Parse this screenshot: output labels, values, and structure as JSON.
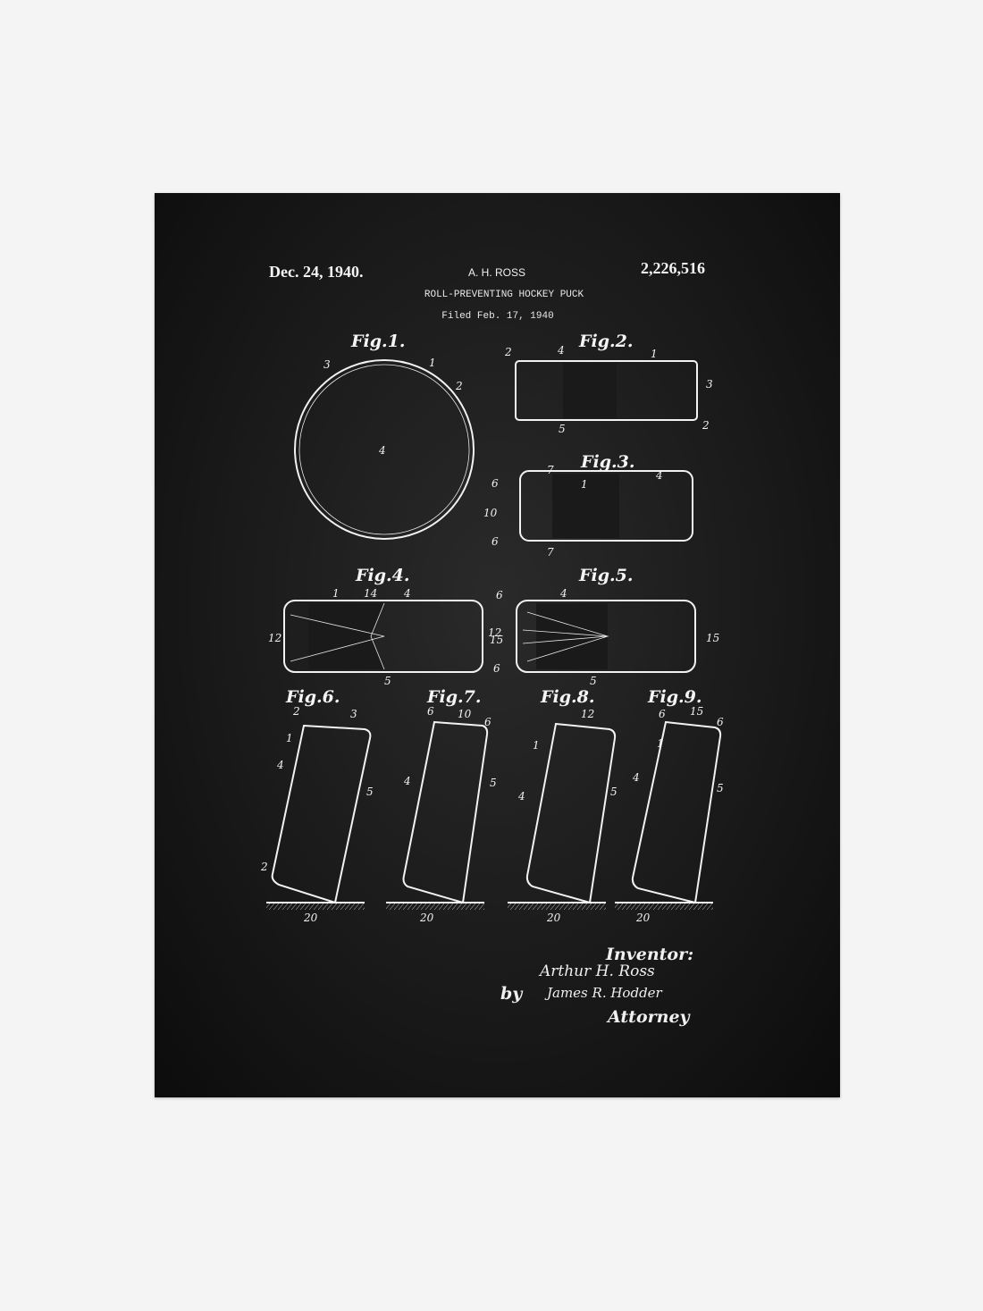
{
  "header": {
    "date": "Dec. 24, 1940.",
    "inventor_name": "A. H. ROSS",
    "patent_number": "2,226,516",
    "title": "ROLL-PREVENTING HOCKEY PUCK",
    "filed": "Filed Feb. 17, 1940"
  },
  "figures": [
    {
      "title": "Fig.1.",
      "parts": [
        "3",
        "1",
        "2",
        "4"
      ]
    },
    {
      "title": "Fig.2.",
      "parts": [
        "2",
        "4",
        "1",
        "3",
        "5",
        "2"
      ]
    },
    {
      "title": "Fig.3.",
      "parts": [
        "6",
        "7",
        "1",
        "4",
        "10",
        "6",
        "7"
      ]
    },
    {
      "title": "Fig.4.",
      "parts": [
        "1",
        "14",
        "4",
        "12",
        "12",
        "5"
      ]
    },
    {
      "title": "Fig.5.",
      "parts": [
        "6",
        "4",
        "15",
        "15",
        "6",
        "5"
      ]
    },
    {
      "title": "Fig.6.",
      "parts": [
        "2",
        "3",
        "1",
        "4",
        "5",
        "2",
        "20"
      ]
    },
    {
      "title": "Fig.7.",
      "parts": [
        "6",
        "10",
        "6",
        "4",
        "5",
        "20"
      ]
    },
    {
      "title": "Fig.8.",
      "parts": [
        "12",
        "1",
        "4",
        "5",
        "20"
      ]
    },
    {
      "title": "Fig.9.",
      "parts": [
        "6",
        "15",
        "6",
        "1",
        "4",
        "5",
        "20"
      ]
    }
  ],
  "signature": {
    "inventor_label": "Inventor:",
    "inventor_signature": "Arthur H. Ross",
    "by": "by",
    "attorney_signature": "James R. Hodder",
    "attorney_label": "Attorney"
  }
}
